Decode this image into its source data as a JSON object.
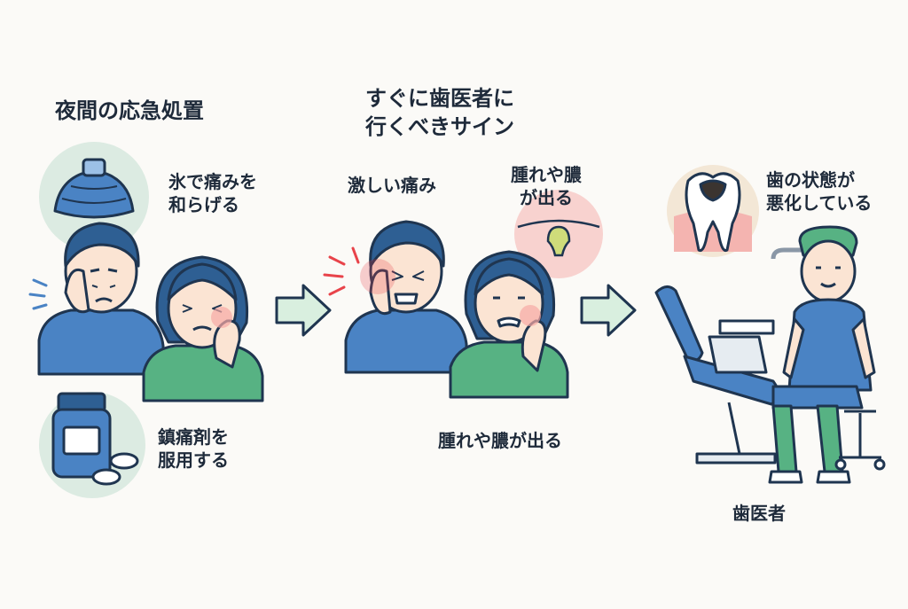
{
  "left_section": {
    "title": "夜間の応急処置",
    "ice_label": "氷で痛みを\n和らげる",
    "medicine_label": "鎮痛剤を\n服用する"
  },
  "middle_section": {
    "title": "すぐに歯医者に\n行くべきサイン",
    "pain_label": "激しい痛み",
    "swelling_label_top": "腫れや膿\nが出る",
    "swelling_label_bottom": "腫れや膿が出る"
  },
  "right_section": {
    "tooth_label": "歯の状態が\n悪化している",
    "dentist_label": "歯医者"
  },
  "colors": {
    "outline": "#1f3550",
    "blue_shirt": "#4a83c4",
    "green_shirt": "#57b283",
    "hair": "#2e5f93",
    "skin": "#fbe4d3",
    "circle_green": "#dcebe2",
    "pain_red": "#e8434a",
    "arrow_fill": "#d9efdf"
  }
}
